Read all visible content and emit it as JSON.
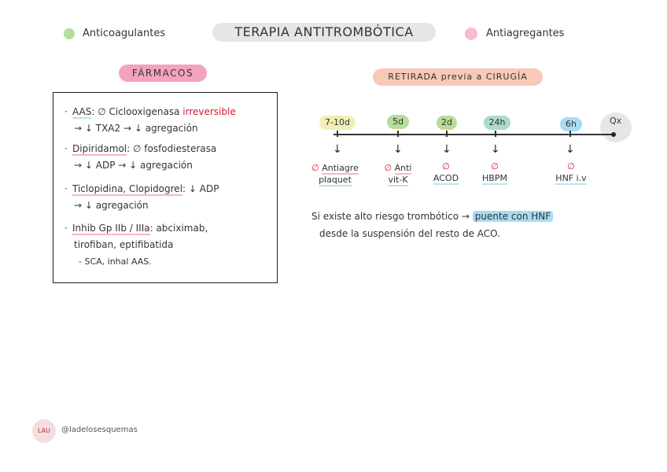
{
  "legend": {
    "left": {
      "label": "Anticoagulantes",
      "color": "#b5dd9b"
    },
    "right": {
      "label": "Antiagregantes",
      "color": "#f7bcd0"
    }
  },
  "title": "TERAPIA ANTITROMBÓTICA",
  "farmacos": {
    "heading": "FÁRMACOS",
    "heading_color": "#f3a3bf",
    "items": [
      {
        "name": "AAS",
        "line1": ": ∅ Ciclooxigenasa ",
        "highlight": "irreversible",
        "line2": "→ ↓ TXA2 → ↓ agregación"
      },
      {
        "name": "Dipiridamol",
        "line1": ": ∅ fosfodiesterasa",
        "line2": "→ ↓ ADP → ↓ agregación"
      },
      {
        "name": "Ticlopidina, Clopidogrel",
        "line1": ": ↓ ADP",
        "line2": "→ ↓ agregación"
      },
      {
        "name": "Inhib Gp IIb / IIIa",
        "line1": ": abciximab,",
        "line2": "tirofiban, eptifibatida",
        "line3": "- SCA, inhal AAS."
      }
    ]
  },
  "retirada": {
    "heading": "RETIRADA previa a CIRUGÍA",
    "heading_color": "#f8c9b8",
    "end_label": "Qx",
    "marks": [
      {
        "time": "7-10d",
        "color": "#f1efb5",
        "null": "∅",
        "drug_line1": "Antiagre",
        "drug_line2": "plaquet",
        "underline": "#f4b6c8"
      },
      {
        "time": "5d",
        "color": "#b5dd9b",
        "null": "∅",
        "drug_line1": "Anti",
        "drug_line2": "vit-K",
        "underline": "#bfe1f0"
      },
      {
        "time": "2d",
        "color": "#b5dd9b",
        "null": "∅",
        "drug_line1": "ACOD",
        "drug_line2": "",
        "underline": "#bfe1f0"
      },
      {
        "time": "24h",
        "color": "#a9dcc9",
        "null": "∅",
        "drug_line1": "HBPM",
        "drug_line2": "",
        "underline": "#bfe1f0"
      },
      {
        "time": "6h",
        "color": "#a9dcf3",
        "null": "∅",
        "drug_line1": "HNF i.v",
        "drug_line2": "",
        "underline": "#bfe1f0"
      }
    ],
    "note": {
      "part1": "Si existe alto riesgo trombótico → ",
      "highlight": "puente con HNF",
      "part2": "desde la suspensión del resto de ACO."
    }
  },
  "footer": {
    "logo": "LAU",
    "handle": "@ladelosesquemas"
  }
}
